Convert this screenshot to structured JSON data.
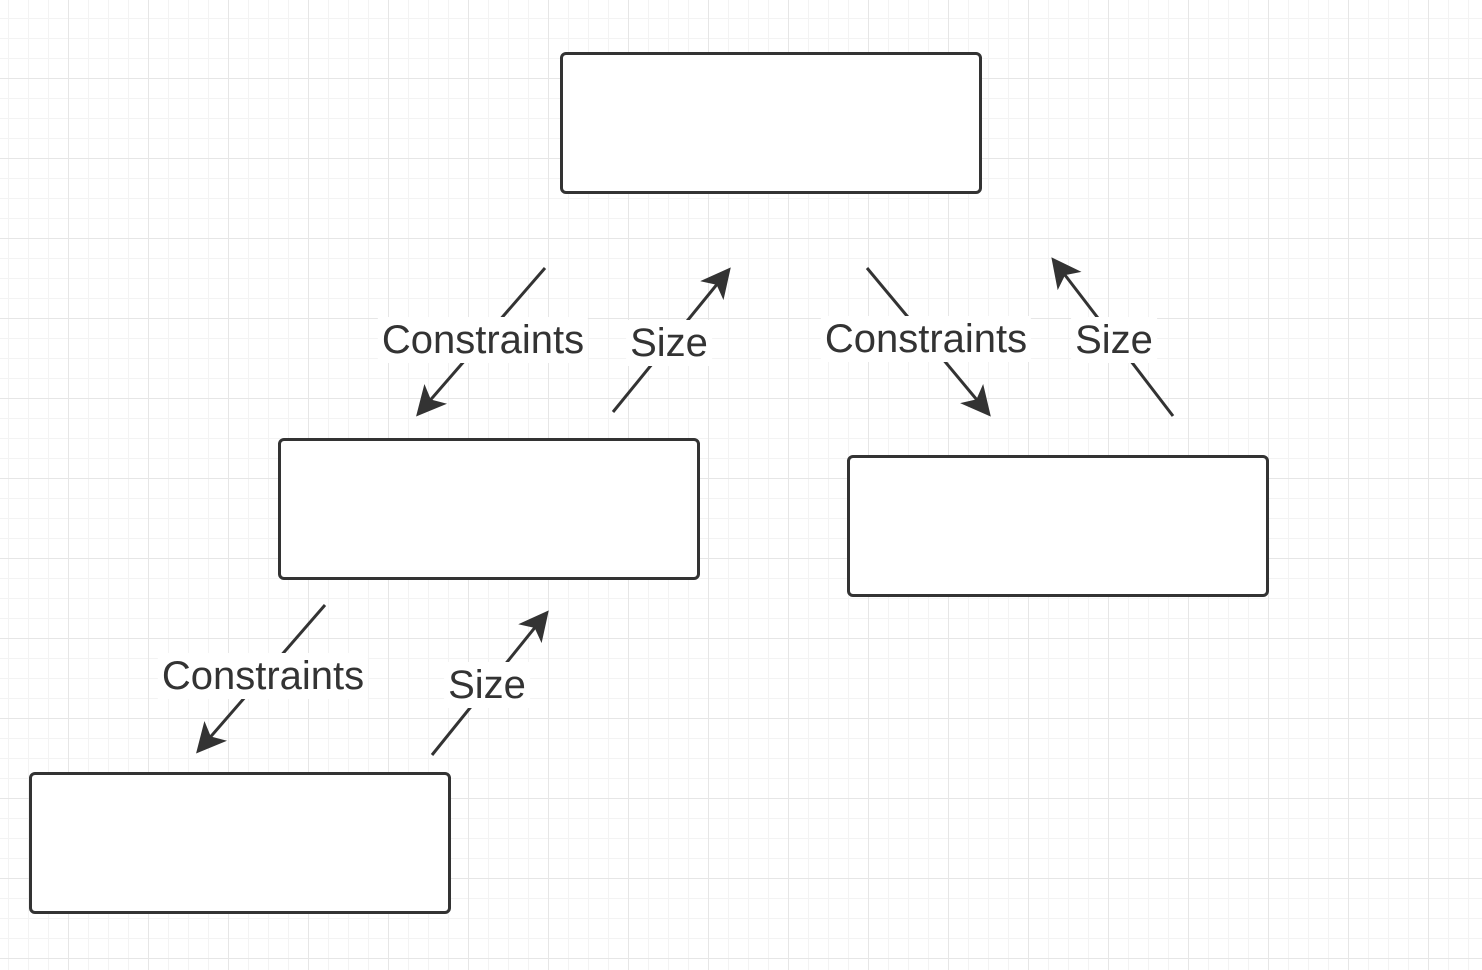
{
  "diagram": {
    "nodes": [
      {
        "id": "root",
        "label": ""
      },
      {
        "id": "child-left",
        "label": ""
      },
      {
        "id": "child-right",
        "label": ""
      },
      {
        "id": "grandchild",
        "label": ""
      }
    ],
    "edges": [
      {
        "from": "root",
        "to": "child-left",
        "label": "Constraints"
      },
      {
        "from": "child-left",
        "to": "root",
        "label": "Size"
      },
      {
        "from": "root",
        "to": "child-right",
        "label": "Constraints"
      },
      {
        "from": "child-right",
        "to": "root",
        "label": "Size"
      },
      {
        "from": "child-left",
        "to": "grandchild",
        "label": "Constraints"
      },
      {
        "from": "grandchild",
        "to": "child-left",
        "label": "Size"
      }
    ],
    "colors": {
      "stroke": "#333333",
      "grid_major": "#e6e6e6",
      "grid_minor": "#f3f3f3",
      "background": "#ffffff"
    }
  }
}
